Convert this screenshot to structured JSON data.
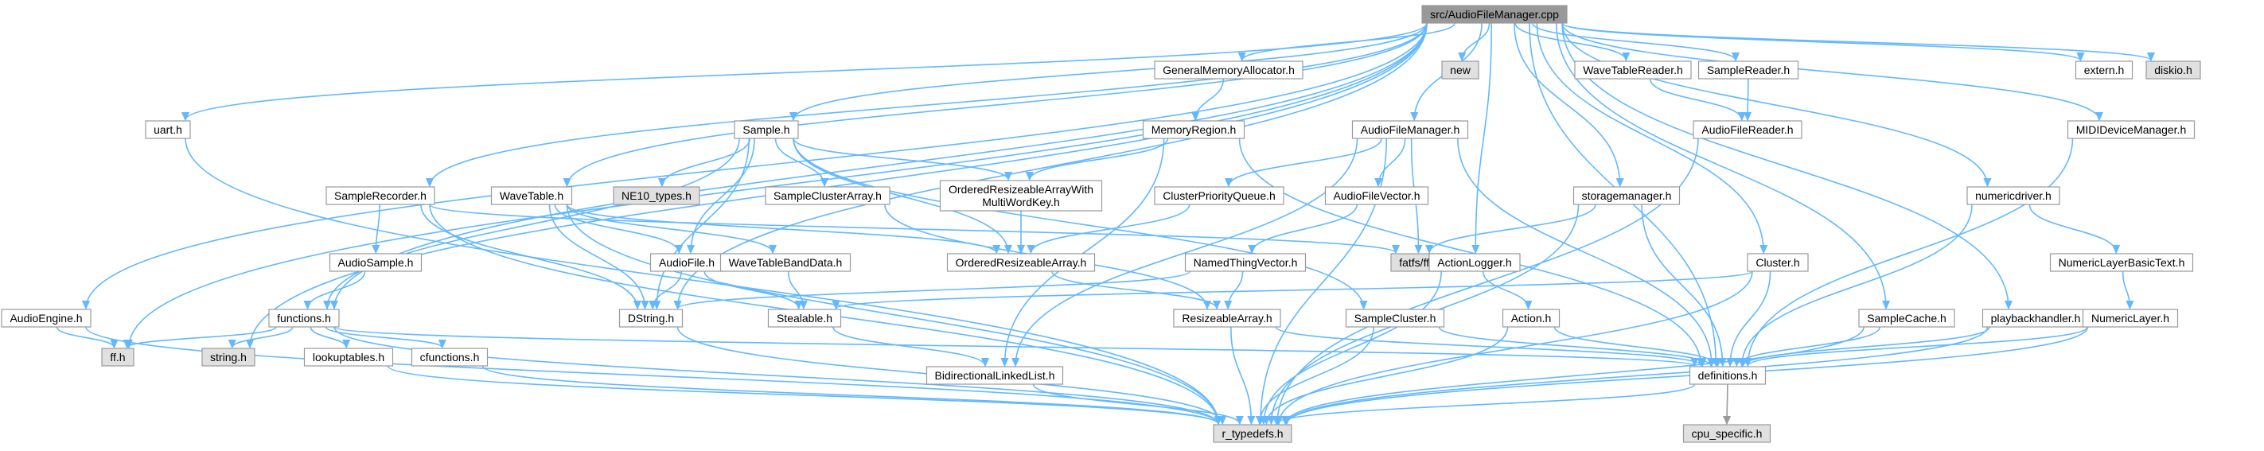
{
  "colors": {
    "edge": "#63b8ff",
    "root_fill": "#999999",
    "node_fill": "#ffffff",
    "system_fill": "#e0e0e0",
    "border": "#999999"
  },
  "nodes": [
    {
      "id": "root",
      "label": "src/AudioFileManager.cpp",
      "kind": "root"
    },
    {
      "id": "audioengine",
      "label": "AudioEngine.h",
      "kind": "normal"
    },
    {
      "id": "ffh",
      "label": "ff.h",
      "kind": "system"
    },
    {
      "id": "uart",
      "label": "uart.h",
      "kind": "normal"
    },
    {
      "id": "string",
      "label": "string.h",
      "kind": "system"
    },
    {
      "id": "functions",
      "label": "functions.h",
      "kind": "normal"
    },
    {
      "id": "lookuptables",
      "label": "lookuptables.h",
      "kind": "normal"
    },
    {
      "id": "cfunctions",
      "label": "cfunctions.h",
      "kind": "normal"
    },
    {
      "id": "samplerecorder",
      "label": "SampleRecorder.h",
      "kind": "normal"
    },
    {
      "id": "audiosample",
      "label": "AudioSample.h",
      "kind": "normal"
    },
    {
      "id": "wavetable",
      "label": "WaveTable.h",
      "kind": "normal"
    },
    {
      "id": "ne10",
      "label": "NE10_types.h",
      "kind": "system"
    },
    {
      "id": "audiofile",
      "label": "AudioFile.h",
      "kind": "normal"
    },
    {
      "id": "dstring",
      "label": "DString.h",
      "kind": "normal"
    },
    {
      "id": "sample",
      "label": "Sample.h",
      "kind": "normal"
    },
    {
      "id": "sampleclusterarray",
      "label": "SampleClusterArray.h",
      "kind": "normal"
    },
    {
      "id": "wtbanddata",
      "label": "WaveTableBandData.h",
      "kind": "normal"
    },
    {
      "id": "stealable",
      "label": "Stealable.h",
      "kind": "normal"
    },
    {
      "id": "gma",
      "label": "GeneralMemoryAllocator.h",
      "kind": "normal"
    },
    {
      "id": "memregion",
      "label": "MemoryRegion.h",
      "kind": "normal"
    },
    {
      "id": "orawmk",
      "label": "OrderedResizeableArrayWith\nMultiWordKey.h",
      "kind": "normal"
    },
    {
      "id": "ora",
      "label": "OrderedResizeableArray.h",
      "kind": "normal"
    },
    {
      "id": "bdll",
      "label": "BidirectionalLinkedList.h",
      "kind": "normal"
    },
    {
      "id": "new",
      "label": "new",
      "kind": "system"
    },
    {
      "id": "afmh",
      "label": "AudioFileManager.h",
      "kind": "normal"
    },
    {
      "id": "cpq",
      "label": "ClusterPriorityQueue.h",
      "kind": "normal"
    },
    {
      "id": "afvector",
      "label": "AudioFileVector.h",
      "kind": "normal"
    },
    {
      "id": "ntv",
      "label": "NamedThingVector.h",
      "kind": "normal"
    },
    {
      "id": "resizeable",
      "label": "ResizeableArray.h",
      "kind": "normal"
    },
    {
      "id": "samplecluster",
      "label": "SampleCluster.h",
      "kind": "normal"
    },
    {
      "id": "fatfs",
      "label": "fatfs/ff.h",
      "kind": "system"
    },
    {
      "id": "storagemanager",
      "label": "storagemanager.h",
      "kind": "normal"
    },
    {
      "id": "actionlogger",
      "label": "ActionLogger.h",
      "kind": "normal"
    },
    {
      "id": "action",
      "label": "Action.h",
      "kind": "normal"
    },
    {
      "id": "wtreader",
      "label": "WaveTableReader.h",
      "kind": "normal"
    },
    {
      "id": "samplereader",
      "label": "SampleReader.h",
      "kind": "normal"
    },
    {
      "id": "afreader",
      "label": "AudioFileReader.h",
      "kind": "normal"
    },
    {
      "id": "cluster",
      "label": "Cluster.h",
      "kind": "normal"
    },
    {
      "id": "samplecache",
      "label": "SampleCache.h",
      "kind": "normal"
    },
    {
      "id": "definitions",
      "label": "definitions.h",
      "kind": "normal"
    },
    {
      "id": "cpuspecific",
      "label": "cpu_specific.h",
      "kind": "system"
    },
    {
      "id": "rtypedefs",
      "label": "r_typedefs.h",
      "kind": "system"
    },
    {
      "id": "playbackhandler",
      "label": "playbackhandler.h",
      "kind": "normal"
    },
    {
      "id": "numericdriver",
      "label": "numericdriver.h",
      "kind": "normal"
    },
    {
      "id": "nlbt",
      "label": "NumericLayerBasicText.h",
      "kind": "normal"
    },
    {
      "id": "numericlayer",
      "label": "NumericLayer.h",
      "kind": "normal"
    },
    {
      "id": "mididevmgr",
      "label": "MIDIDeviceManager.h",
      "kind": "normal"
    },
    {
      "id": "extern",
      "label": "extern.h",
      "kind": "normal"
    },
    {
      "id": "diskio",
      "label": "diskio.h",
      "kind": "system"
    }
  ],
  "edges": [
    [
      "root",
      "audioengine"
    ],
    [
      "root",
      "ffh"
    ],
    [
      "root",
      "uart"
    ],
    [
      "root",
      "string"
    ],
    [
      "root",
      "functions"
    ],
    [
      "root",
      "samplerecorder"
    ],
    [
      "root",
      "wavetable"
    ],
    [
      "root",
      "sample"
    ],
    [
      "root",
      "dstring"
    ],
    [
      "root",
      "gma"
    ],
    [
      "root",
      "new"
    ],
    [
      "root",
      "afmh"
    ],
    [
      "root",
      "storagemanager"
    ],
    [
      "root",
      "wtreader"
    ],
    [
      "root",
      "samplereader"
    ],
    [
      "root",
      "actionlogger"
    ],
    [
      "root",
      "cluster"
    ],
    [
      "root",
      "samplecache"
    ],
    [
      "root",
      "definitions"
    ],
    [
      "root",
      "playbackhandler"
    ],
    [
      "root",
      "numericdriver"
    ],
    [
      "root",
      "mididevmgr"
    ],
    [
      "root",
      "extern"
    ],
    [
      "root",
      "diskio"
    ],
    [
      "audioengine",
      "ffh"
    ],
    [
      "audioengine",
      "rtypedefs"
    ],
    [
      "uart",
      "rtypedefs"
    ],
    [
      "functions",
      "ffh"
    ],
    [
      "functions",
      "string"
    ],
    [
      "functions",
      "lookuptables"
    ],
    [
      "functions",
      "cfunctions"
    ],
    [
      "functions",
      "rtypedefs"
    ],
    [
      "functions",
      "definitions"
    ],
    [
      "lookuptables",
      "rtypedefs"
    ],
    [
      "cfunctions",
      "rtypedefs"
    ],
    [
      "samplerecorder",
      "audiosample"
    ],
    [
      "samplerecorder",
      "dstring"
    ],
    [
      "samplerecorder",
      "rtypedefs"
    ],
    [
      "samplerecorder",
      "fatfs"
    ],
    [
      "audiosample",
      "functions"
    ],
    [
      "wavetable",
      "audiofile"
    ],
    [
      "wavetable",
      "dstring"
    ],
    [
      "wavetable",
      "wtbanddata"
    ],
    [
      "wavetable",
      "ora"
    ],
    [
      "wavetable",
      "rtypedefs"
    ],
    [
      "sample",
      "functions"
    ],
    [
      "sample",
      "ne10"
    ],
    [
      "sample",
      "audiofile"
    ],
    [
      "sample",
      "sampleclusterarray"
    ],
    [
      "sample",
      "orawmk"
    ],
    [
      "sample",
      "ora"
    ],
    [
      "sample",
      "samplecluster"
    ],
    [
      "sample",
      "dstring"
    ],
    [
      "audiofile",
      "dstring"
    ],
    [
      "audiofile",
      "stealable"
    ],
    [
      "dstring",
      "rtypedefs"
    ],
    [
      "sampleclusterarray",
      "resizeable"
    ],
    [
      "wtbanddata",
      "stealable"
    ],
    [
      "stealable",
      "bdll"
    ],
    [
      "gma",
      "memregion"
    ],
    [
      "memregion",
      "orawmk"
    ],
    [
      "memregion",
      "bdll"
    ],
    [
      "memregion",
      "definitions"
    ],
    [
      "orawmk",
      "ora"
    ],
    [
      "ora",
      "resizeable"
    ],
    [
      "resizeable",
      "rtypedefs"
    ],
    [
      "resizeable",
      "definitions"
    ],
    [
      "bdll",
      "rtypedefs"
    ],
    [
      "afmh",
      "cpq"
    ],
    [
      "afmh",
      "afvector"
    ],
    [
      "afmh",
      "fatfs"
    ],
    [
      "afmh",
      "bdll"
    ],
    [
      "afmh",
      "rtypedefs"
    ],
    [
      "afmh",
      "definitions"
    ],
    [
      "cpq",
      "ora"
    ],
    [
      "afvector",
      "ntv"
    ],
    [
      "ntv",
      "resizeable"
    ],
    [
      "ntv",
      "dstring"
    ],
    [
      "samplecluster",
      "definitions"
    ],
    [
      "samplecluster",
      "rtypedefs"
    ],
    [
      "storagemanager",
      "fatfs"
    ],
    [
      "storagemanager",
      "definitions"
    ],
    [
      "storagemanager",
      "rtypedefs"
    ],
    [
      "actionlogger",
      "action"
    ],
    [
      "actionlogger",
      "rtypedefs"
    ],
    [
      "action",
      "definitions"
    ],
    [
      "action",
      "rtypedefs"
    ],
    [
      "wtreader",
      "afreader"
    ],
    [
      "samplereader",
      "afreader"
    ],
    [
      "afreader",
      "rtypedefs"
    ],
    [
      "cluster",
      "stealable"
    ],
    [
      "cluster",
      "definitions"
    ],
    [
      "cluster",
      "rtypedefs"
    ],
    [
      "samplecache",
      "definitions"
    ],
    [
      "samplecache",
      "rtypedefs"
    ],
    [
      "definitions",
      "cpuspecific",
      "gray"
    ],
    [
      "definitions",
      "rtypedefs"
    ],
    [
      "playbackhandler",
      "definitions"
    ],
    [
      "playbackhandler",
      "rtypedefs"
    ],
    [
      "numericdriver",
      "nlbt"
    ],
    [
      "numericdriver",
      "definitions"
    ],
    [
      "nlbt",
      "numericlayer"
    ],
    [
      "numericlayer",
      "definitions"
    ],
    [
      "numericlayer",
      "rtypedefs"
    ],
    [
      "mididevmgr",
      "definitions"
    ]
  ]
}
